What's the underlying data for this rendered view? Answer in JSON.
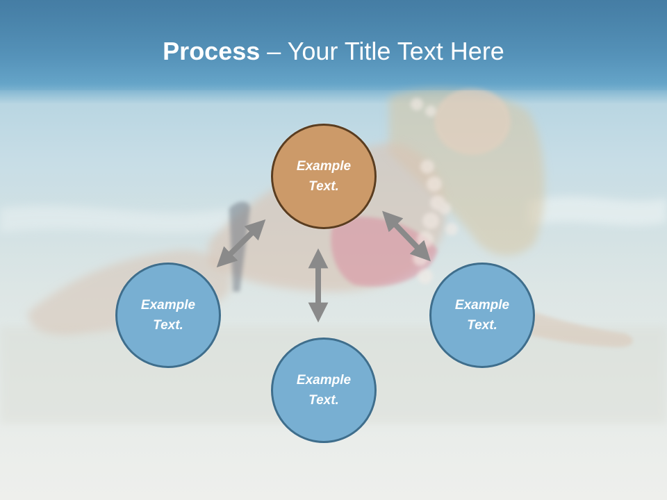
{
  "slide": {
    "title_bold": "Process",
    "title_rest": " – Your Title Text Here"
  },
  "diagram": {
    "nodes": [
      {
        "label": "Example Text.",
        "color": "#cc9a69"
      },
      {
        "label": "Example Text.",
        "color": "#78afd2"
      },
      {
        "label": "Example Text.",
        "color": "#78afd2"
      },
      {
        "label": "Example Text.",
        "color": "#78afd2"
      }
    ],
    "arrow_color": "#8a8a8a"
  }
}
